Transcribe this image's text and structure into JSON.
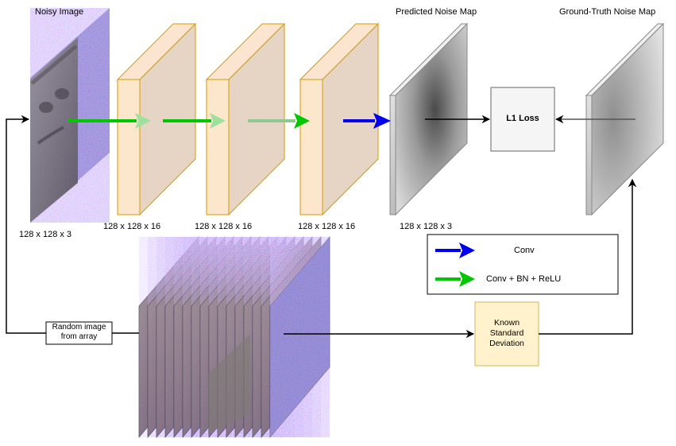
{
  "labels": {
    "noisy_image": "Noisy Image",
    "predicted_noise_map": "Predicted Noise Map",
    "ground_truth_noise_map": "Ground-Truth Noise Map",
    "dim_input": "128 x 128 x 3",
    "dim_block1": "128 x 128 x 16",
    "dim_block2": "128 x 128 x 16",
    "dim_block3": "128 x 128 x 16",
    "dim_output": "128 x 128 x 3"
  },
  "loss_box": {
    "text": "L1 Loss"
  },
  "random_box": {
    "line1": "Random image",
    "line2": "from array"
  },
  "std_box": {
    "line1": "Known",
    "line2": "Standard",
    "line3": "Deviation"
  },
  "legend": {
    "items": [
      {
        "label": "Conv",
        "color": "#0000ee"
      },
      {
        "label": "Conv + BN + ReLU",
        "color": "#00c800"
      }
    ]
  },
  "colors": {
    "block_front": "#fce6cc",
    "block_side": "#e6d5c4",
    "block_top": "#fbe5d0",
    "block_stroke": "#d79b00",
    "loss_fill": "#f5f5f5",
    "std_fill": "#fff2cc",
    "std_stroke": "#d6b656",
    "conv_arrow": "#0000ee",
    "cbr_arrow": "#00c800"
  }
}
